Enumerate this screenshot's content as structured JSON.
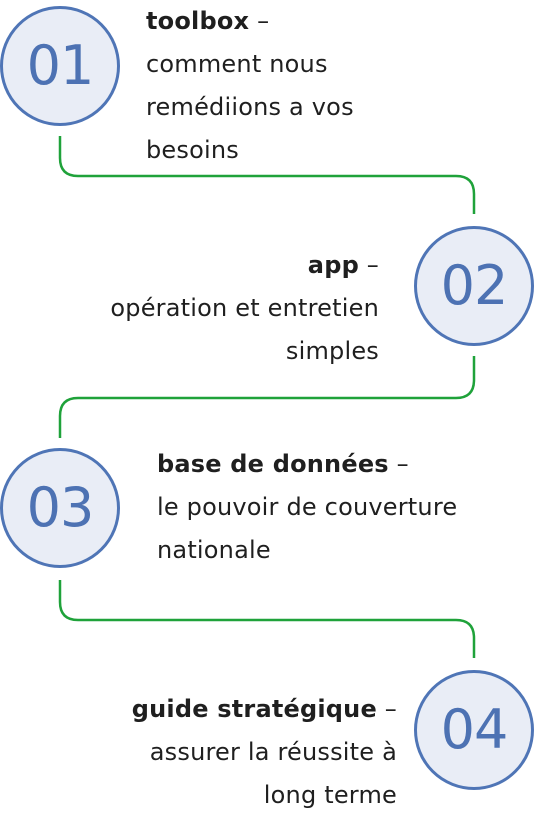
{
  "steps": [
    {
      "number": "01",
      "title": "toolbox",
      "dash": "–",
      "lines": [
        "comment nous",
        "remédiions a vos",
        "besoins"
      ]
    },
    {
      "number": "02",
      "title": "app",
      "dash": "–",
      "lines": [
        "opération et entretien",
        "simples"
      ]
    },
    {
      "number": "03",
      "title": "base de données",
      "dash": "–",
      "lines": [
        "le pouvoir de couverture",
        "nationale"
      ]
    },
    {
      "number": "04",
      "title": "guide stratégique",
      "dash": "–",
      "lines": [
        "assurer la réussite à",
        "long terme"
      ]
    }
  ],
  "colors": {
    "connector": "#1fa23a",
    "circle_border": "#4f75b6",
    "circle_fill": "#e9edf6",
    "circle_text": "#4d72b3"
  }
}
